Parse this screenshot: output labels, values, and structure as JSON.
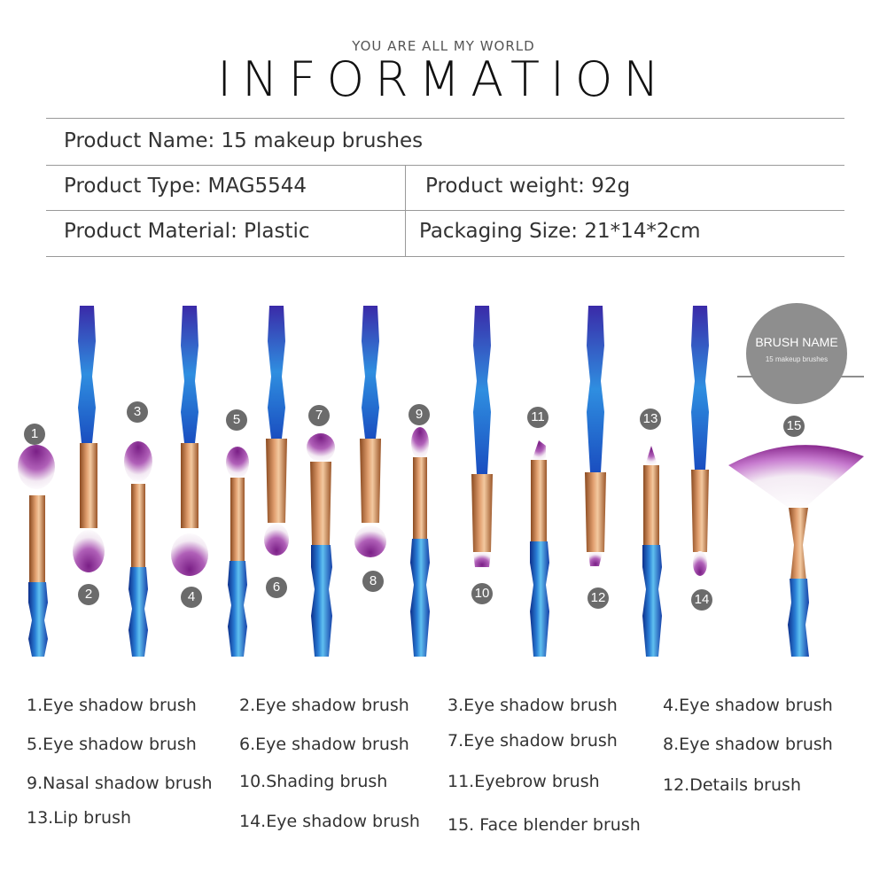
{
  "header": {
    "subtitle": "YOU ARE ALL MY WORLD",
    "title": "INFORMATION"
  },
  "info_table": {
    "product_name": "Product Name: 15 makeup brushes",
    "product_type": "Product Type: MAG5544",
    "product_weight": "Product weight: 92g",
    "product_material": "Product Material: Plastic",
    "packaging_size": "Packaging Size: 21*14*2cm"
  },
  "badge": {
    "title": "BRUSH NAME",
    "subtitle": "15 makeup brushes"
  },
  "brush_numbers": [
    "1",
    "2",
    "3",
    "4",
    "5",
    "6",
    "7",
    "8",
    "9",
    "10",
    "11",
    "12",
    "13",
    "14",
    "15"
  ],
  "legend": [
    "1.Eye shadow brush",
    "2.Eye shadow brush",
    "3.Eye shadow brush",
    "4.Eye shadow brush",
    "5.Eye shadow brush",
    "6.Eye shadow brush",
    "7.Eye shadow brush",
    "8.Eye shadow brush",
    "9.Nasal shadow brush",
    "10.Shading brush",
    "11.Eyebrow brush",
    "12.Details brush",
    "13.Lip brush",
    "14.Eye shadow brush",
    "15. Face blender brush"
  ],
  "colors": {
    "handle_blue": "#1e56b8",
    "ferrule_copper": "#c9804a",
    "bristle_purple": "#8a2a8f",
    "bristle_white": "#f4eef4",
    "number_badge": "#6b6b6b"
  }
}
